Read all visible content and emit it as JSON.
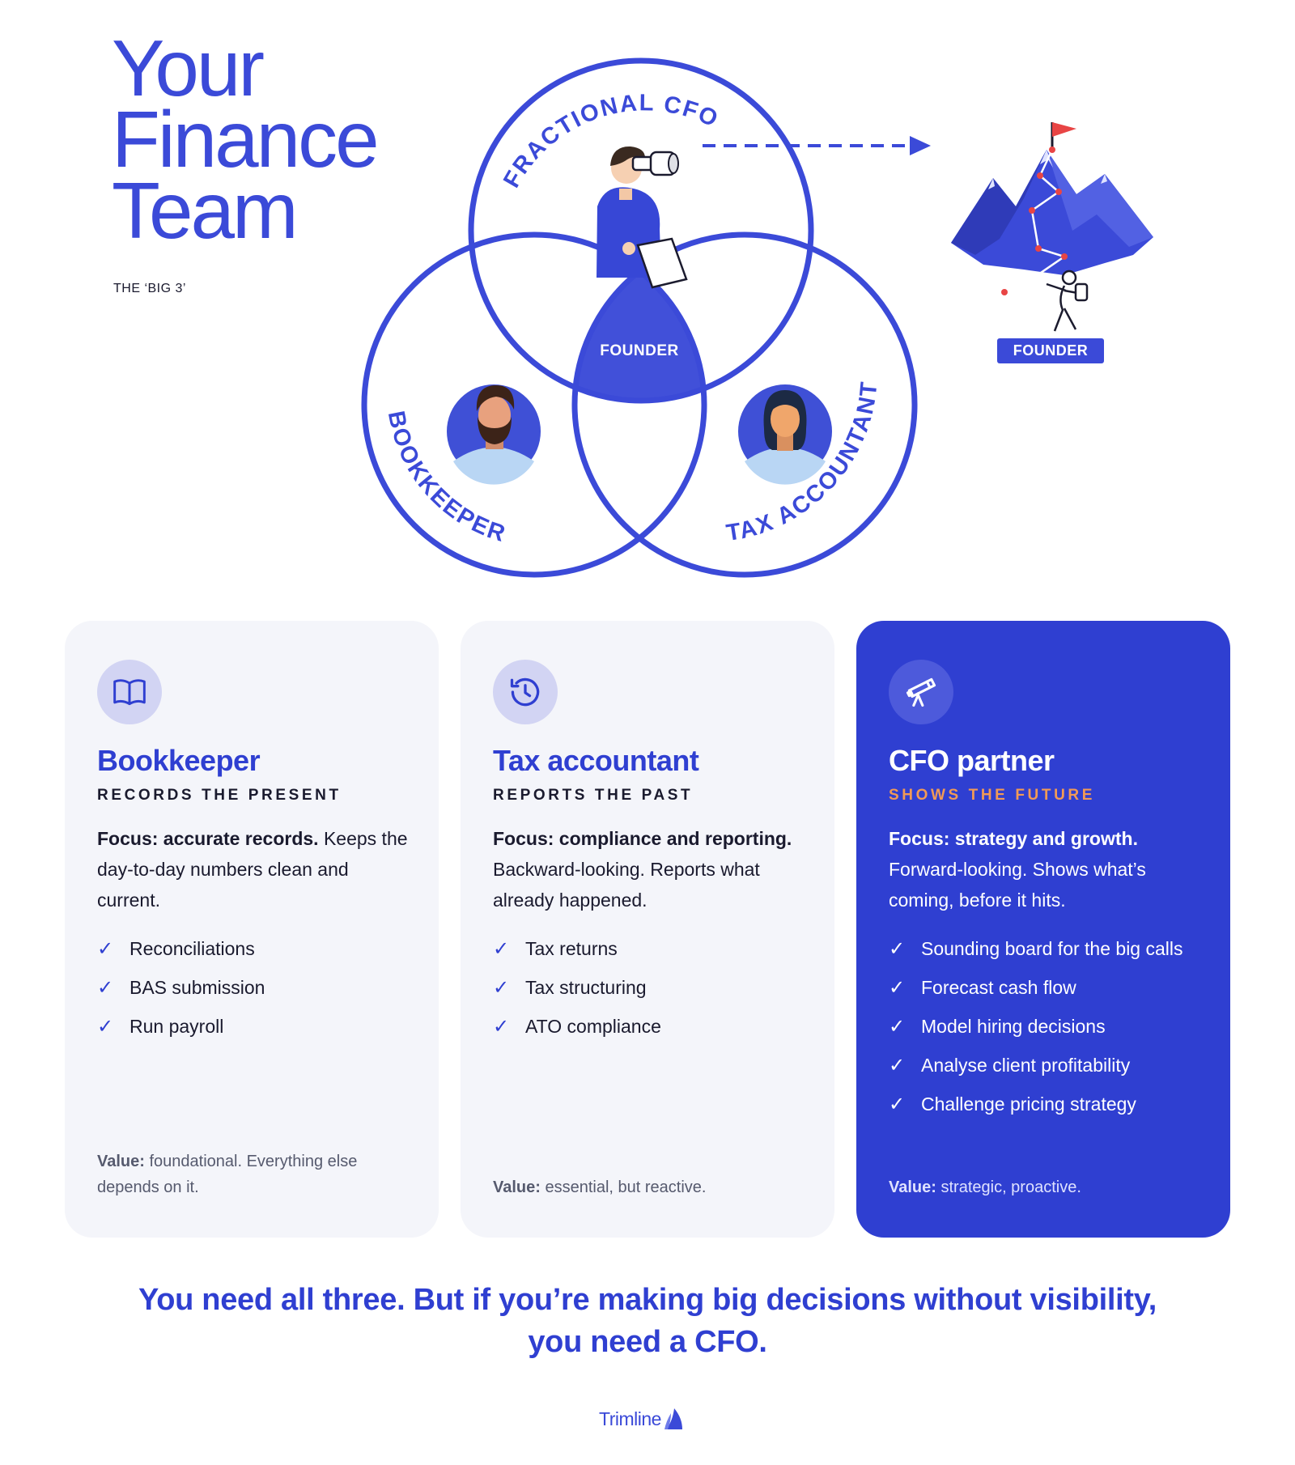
{
  "hero": {
    "title_lines": [
      "Your",
      "Finance",
      "Team"
    ],
    "subtitle": "THE ‘BIG 3’"
  },
  "venn": {
    "top_label": "FRACTIONAL CFO",
    "left_label": "BOOKKEEPER",
    "right_label": "TAX ACCOUNTANT",
    "center_label": "FOUNDER"
  },
  "goal": {
    "tag": "FOUNDER"
  },
  "cards": [
    {
      "title": "Bookkeeper",
      "tag": "RECORDS THE PRESENT",
      "focus_bold": "Focus: accurate records.",
      "focus_rest": " Keeps the day-to-day numbers clean and current.",
      "items": [
        "Reconciliations",
        "BAS submission",
        "Run payroll"
      ],
      "value_bold": "Value:",
      "value_rest": " foundational. Everything else depends on it."
    },
    {
      "title": "Tax accountant",
      "tag": "REPORTS THE PAST",
      "focus_bold": "Focus: compliance and reporting.",
      "focus_rest": " Backward-looking. Reports what already happened.",
      "items": [
        "Tax returns",
        "Tax structuring",
        "ATO compliance"
      ],
      "value_bold": "Value:",
      "value_rest": " essential, but reactive."
    },
    {
      "title": "CFO partner",
      "tag": "SHOWS THE FUTURE",
      "focus_bold": "Focus: strategy and growth.",
      "focus_rest": " Forward-looking. Shows what’s coming, before it hits.",
      "items": [
        "Sounding board for the big calls",
        "Forecast cash flow",
        "Model hiring decisions",
        "Analyse client profitability",
        "Challenge pricing strategy"
      ],
      "value_bold": "Value:",
      "value_rest": " strategic, proactive."
    }
  ],
  "bottom": {
    "line1": "You need all three. But if you’re making big decisions without visibility,",
    "line2": "you need a CFO."
  },
  "brand": {
    "name": "Trimline"
  },
  "colors": {
    "primary": "#3b4ad8",
    "card_accent": "#2f3fd1",
    "card_bg": "#f4f5fa",
    "orange": "#f19a56",
    "flag_red": "#e84545"
  },
  "icons": {
    "card_1": "book-open-icon",
    "card_2": "history-clock-icon",
    "card_3": "telescope-icon",
    "check": "check-icon"
  }
}
